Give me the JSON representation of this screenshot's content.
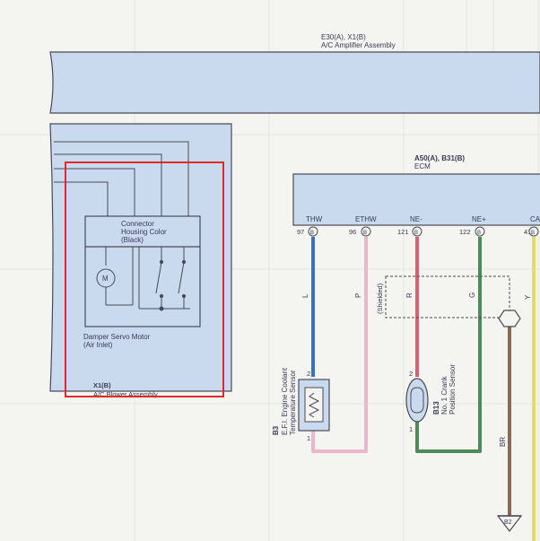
{
  "amplifier": {
    "code": "E30(A), X1(B)",
    "name": "A/C Amplifier Assembly"
  },
  "ecm": {
    "code": "A50(A), B31(B)",
    "name": "ECM"
  },
  "ecm_pins": [
    {
      "signal": "THW",
      "pin": "97",
      "conn": "B"
    },
    {
      "signal": "ETHW",
      "pin": "96",
      "conn": "B"
    },
    {
      "signal": "NE-",
      "pin": "121",
      "conn": "B"
    },
    {
      "signal": "NE+",
      "pin": "122",
      "conn": "B"
    },
    {
      "signal": "CA",
      "pin": "41",
      "conn": "B"
    }
  ],
  "wire_colors": [
    {
      "code": "L",
      "hex": "#3b6fc4"
    },
    {
      "code": "P",
      "hex": "#ecb6cc"
    },
    {
      "code": "R",
      "hex": "#d9606f"
    },
    {
      "code": "G",
      "hex": "#4e8a55"
    },
    {
      "code": "Y",
      "hex": "#e8d86a"
    },
    {
      "code": "BR",
      "hex": "#8a6a55"
    }
  ],
  "shielded_label": "(Shielded)",
  "connector_box": {
    "title_line1": "Connector",
    "title_line2": "Housing Color",
    "title_line3": "(Black)"
  },
  "motor_symbol": "M",
  "damper": {
    "line1": "Damper Servo Motor",
    "line2": "(Air Inlet)"
  },
  "blower": {
    "code": "X1(B)",
    "name": "A/C Blower Assembly"
  },
  "sensor_b3": {
    "code": "B3",
    "line1": "E.F.I. Engine Coolant",
    "line2": "Temperature Sensor",
    "pin_top": "2",
    "pin_bottom": "1"
  },
  "sensor_b13": {
    "code": "B13",
    "line1": "No. 1 Crank",
    "line2": "Position Sensor",
    "pin_top": "2",
    "pin_bottom": "1"
  },
  "ground": {
    "code": "B2"
  },
  "highlight_color": "#e02a2a"
}
